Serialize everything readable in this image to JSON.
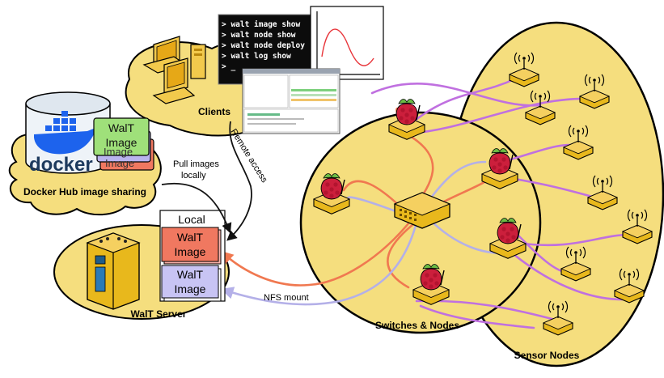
{
  "labels": {
    "clients": "Clients",
    "docker_hub": "Docker Hub image sharing",
    "walt_server": "WalT Server",
    "switches_nodes": "Switches & Nodes",
    "sensor_nodes": "Sensor Nodes",
    "remote_access": "Remote access",
    "pull_images_1": "Pull images",
    "pull_images_2": "locally",
    "nfs_mount": "NFS mount",
    "docker_logo": "docker"
  },
  "terminal": {
    "lines": [
      "> walt image show",
      "> walt node show",
      "> walt node deploy",
      "> walt log show",
      "> _"
    ]
  },
  "images": {
    "hub": [
      "WalT Image",
      "Image",
      "Image"
    ],
    "local_title": "Local",
    "local": [
      {
        "line1": "WalT",
        "line2": "Image"
      },
      {
        "line1": "WalT",
        "line2": "Image"
      }
    ]
  },
  "colors": {
    "blob": "#f5de7e",
    "node_gold": "#e8b81c",
    "node_dark": "#b9870d",
    "raspberry": "#cc1f3c",
    "leaf": "#6cbd45",
    "orange_link": "#f07850",
    "lavender_link": "#b4b0e8",
    "purple_link": "#c070e0",
    "docker_blue": "#1d63ed"
  }
}
